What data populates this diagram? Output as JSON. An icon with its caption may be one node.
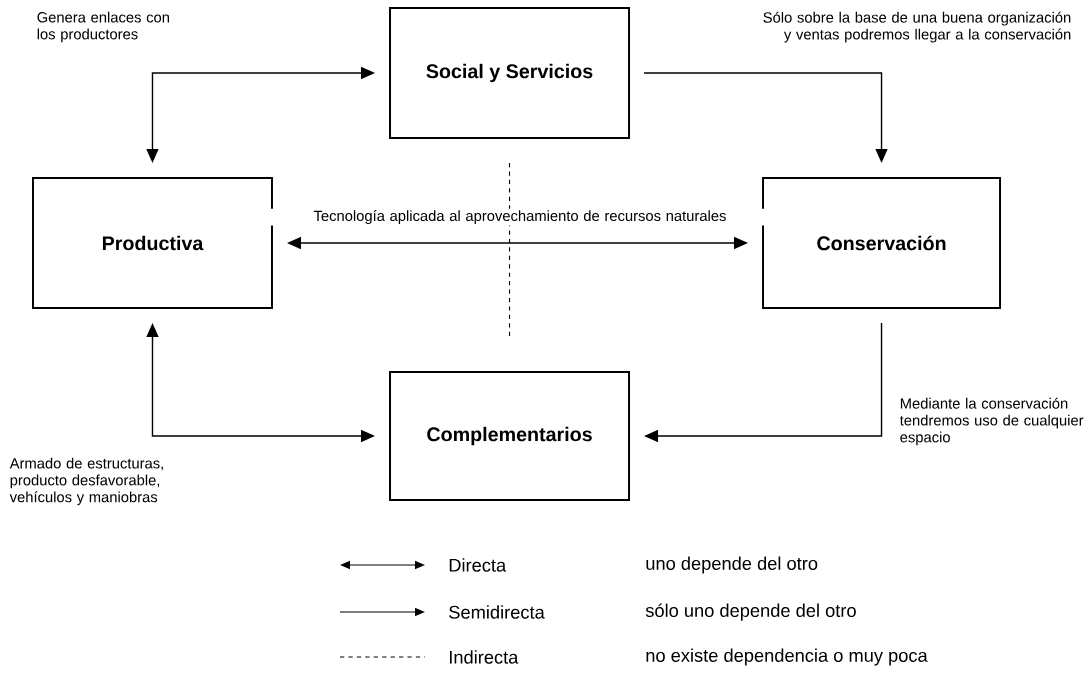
{
  "diagram": {
    "nodes": [
      {
        "text": [
          "Social y Servicios"
        ]
      },
      {
        "text": [
          "Productiva"
        ]
      },
      {
        "text": [
          "Conservación"
        ]
      },
      {
        "text": [
          "Complementarios"
        ]
      }
    ],
    "edges": [
      {
        "from": 0,
        "to": 1,
        "arrow": "both",
        "label": "Genera enlaces con los productores"
      },
      {
        "from": 0,
        "to": 2,
        "arrow": "to",
        "label": "Sólo sobre la base de una buena organización y ventas podremos llegar a la conservación"
      },
      {
        "from": 1,
        "to": 2,
        "arrow": "both",
        "label": "Tecnología aplicada al aprovechamiento de recursos naturales"
      },
      {
        "from": 0,
        "to": 3,
        "arrow": "none",
        "style": "dashed"
      },
      {
        "from": 1,
        "to": 3,
        "arrow": "both",
        "label": "Armado de estructuras, producto desfavorable, vehículos y maniobras"
      },
      {
        "from": 2,
        "to": 3,
        "arrow": "to",
        "label": "Mediante la conservación tendremos uso de cualquier espacio"
      }
    ],
    "labels": [
      "uno depende del otro",
      "sólo uno depende del otro",
      "no existe dependencia o muy poca"
    ],
    "legend": [
      {
        "text": "Directa"
      },
      {
        "text": "Semidirecta"
      },
      {
        "text": "Indirecta"
      }
    ]
  }
}
